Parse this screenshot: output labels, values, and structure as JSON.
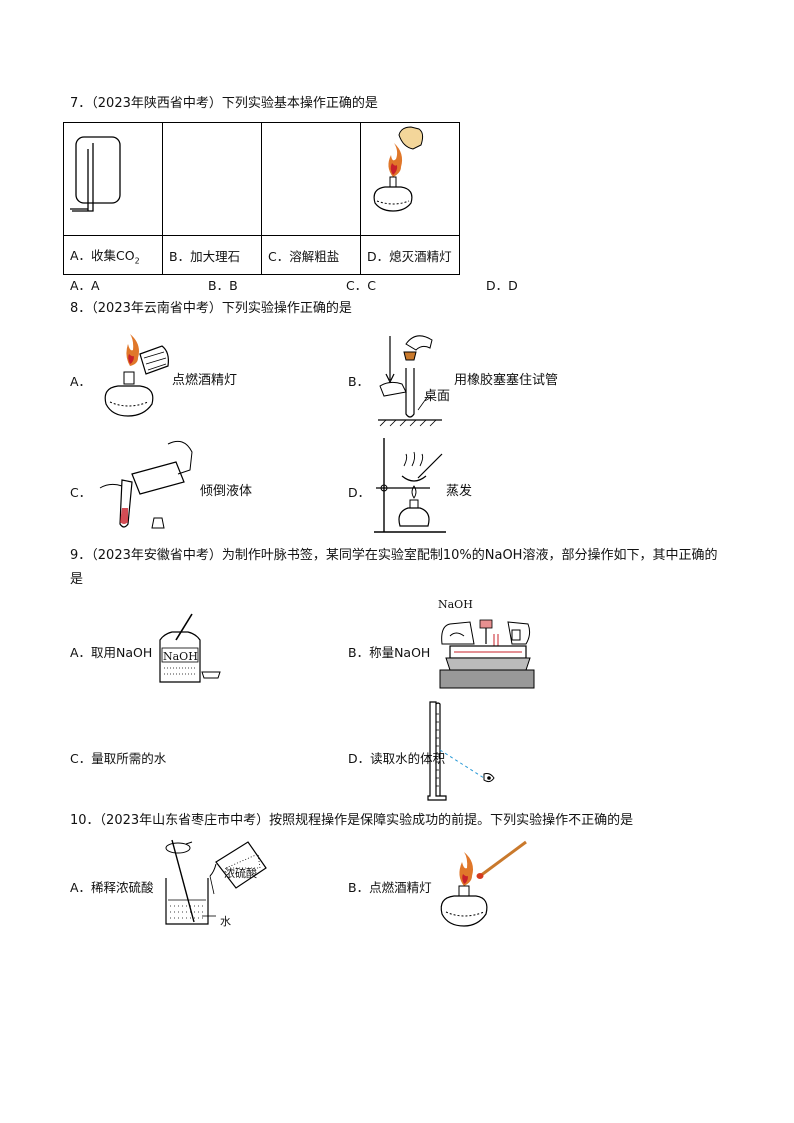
{
  "q7": {
    "stem": "7．（2023年陕西省中考）下列实验基本操作正确的是",
    "captions": [
      "A．收集CO",
      "B．加大理石",
      "C．溶解粗盐",
      "D．熄灭酒精灯"
    ],
    "co2_sub": "2",
    "choices": [
      "A．A",
      "B．B",
      "C．C",
      "D．D"
    ]
  },
  "q8": {
    "stem": "8．（2023年云南省中考）下列实验操作正确的是",
    "options": [
      {
        "letter": "A．",
        "label": "点燃酒精灯"
      },
      {
        "letter": "B．",
        "label": "用橡胶塞塞住试管",
        "annotation": "桌面"
      },
      {
        "letter": "C．",
        "label": "倾倒液体"
      },
      {
        "letter": "D．",
        "label": "蒸发"
      }
    ]
  },
  "q9": {
    "stem": "9．（2023年安徽省中考）为制作叶脉书签，某同学在实验室配制10%的NaOH溶液，部分操作如下，其中正确的是",
    "options": [
      {
        "label": "A．取用NaOH",
        "bottle_label": "NaOH"
      },
      {
        "label": "B．称量NaOH",
        "paper_label": "NaOH"
      },
      {
        "label": "C．量取所需的水"
      },
      {
        "label": "D．读取水的体积"
      }
    ]
  },
  "q10": {
    "stem": "10．（2023年山东省枣庄市中考）按照规程操作是保障实验成功的前提。下列实验操作不正确的是",
    "options": [
      {
        "label": "A．稀释浓硫酸",
        "annotations": [
          "浓硫酸",
          "水"
        ]
      },
      {
        "label": "B．点燃酒精灯"
      }
    ]
  },
  "colors": {
    "flame_outer": "#e0772a",
    "flame_inner": "#c8202a",
    "match_head": "#d63a1e",
    "match_stick": "#c9792c",
    "cap_color": "#f3d69a"
  }
}
